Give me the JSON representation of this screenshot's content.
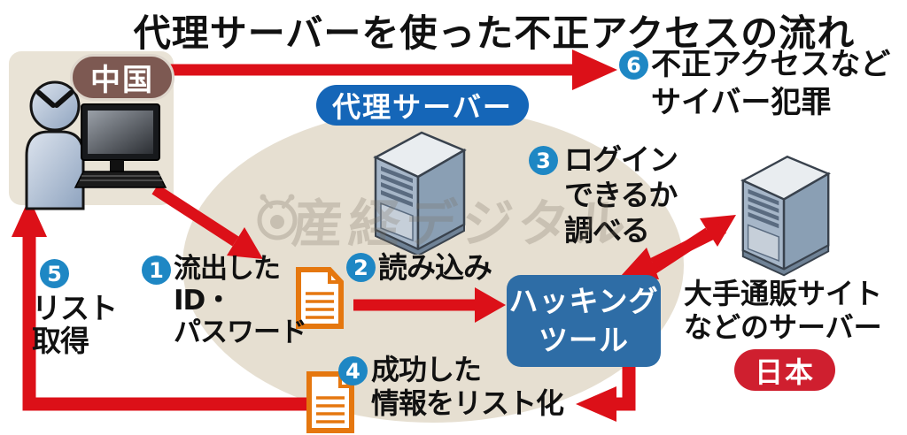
{
  "title": "代理サーバーを使った不正アクセスの流れ",
  "watermark": {
    "text": "産経デジタル",
    "logo": "bug-mascot-icon"
  },
  "regions": {
    "china": {
      "label": "中国"
    },
    "japan": {
      "label": "日本"
    }
  },
  "nodes": {
    "attacker": {
      "icon": "angry-hacker-with-monitor-icon"
    },
    "proxy_server": {
      "label": "代理サーバー",
      "icon": "server-tower-icon"
    },
    "hacking_tool": {
      "line1": "ハッキング",
      "line2": "ツール"
    },
    "target_server": {
      "line1": "大手通販サイト",
      "line2": "などのサーバー",
      "icon": "server-tower-icon"
    },
    "id_list": {
      "icon": "document-icon"
    },
    "success_list": {
      "icon": "document-icon"
    }
  },
  "steps": [
    {
      "num": "1",
      "lines": [
        "流出した",
        "ID・",
        "パスワード"
      ]
    },
    {
      "num": "2",
      "lines": [
        "読み込み"
      ]
    },
    {
      "num": "3",
      "lines": [
        "ログイン",
        "できるか",
        "調べる"
      ]
    },
    {
      "num": "4",
      "lines": [
        "成功した",
        "情報をリスト化"
      ]
    },
    {
      "num": "5",
      "lines": [
        "リスト",
        "取得"
      ]
    },
    {
      "num": "6",
      "lines": [
        "不正アクセスなど",
        "サイバー犯罪"
      ]
    }
  ],
  "colors": {
    "arrow_red": "#dc1018",
    "badge_blue": "#1e87c4",
    "proxy_pill_blue": "#1566b8",
    "hack_box_blue": "#2e6da6",
    "china_brown": "#7d5952",
    "japan_red": "#cf1f2f",
    "zone_beige": "#e6dfd1",
    "doc_orange": "#e5770f"
  }
}
